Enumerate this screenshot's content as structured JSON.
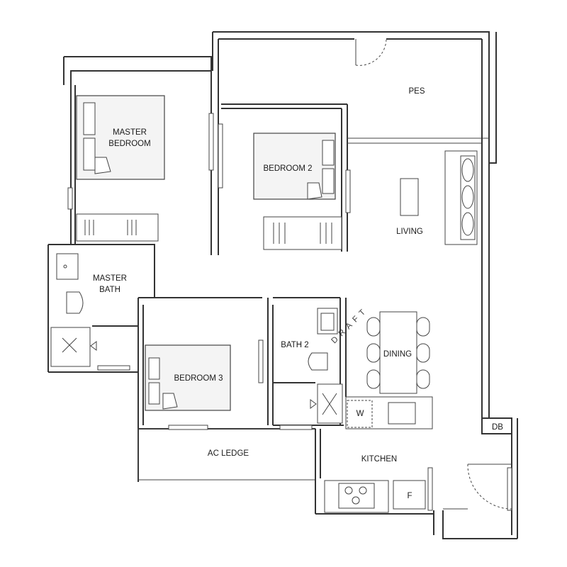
{
  "rooms": {
    "pes": "PES",
    "master_bedroom_line1": "MASTER",
    "master_bedroom_line2": "BEDROOM",
    "bedroom_2": "BEDROOM 2",
    "living": "LIVING",
    "master_bath_line1": "MASTER",
    "master_bath_line2": "BATH",
    "bath_2": "BATH 2",
    "dining": "DINING",
    "bedroom_3": "BEDROOM 3",
    "ac_ledge": "AC LEDGE",
    "kitchen": "KITCHEN",
    "db": "DB"
  },
  "fixtures": {
    "washer": "W",
    "fridge": "F"
  },
  "watermark": "DRAFT"
}
